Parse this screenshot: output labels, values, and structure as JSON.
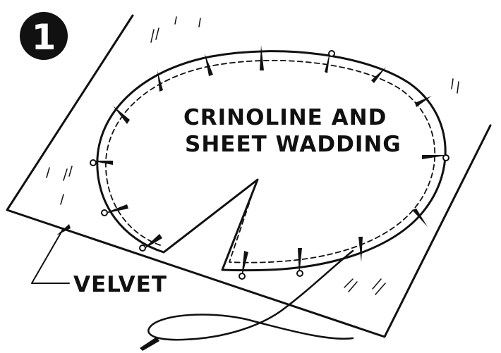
{
  "step": {
    "number": "1"
  },
  "material_label": {
    "line1": "CRINOLINE AND",
    "line2": "SHEET WADDING"
  },
  "velvet_label": "VELVET",
  "colors": {
    "ink": "#111111",
    "paper": "#ffffff"
  }
}
